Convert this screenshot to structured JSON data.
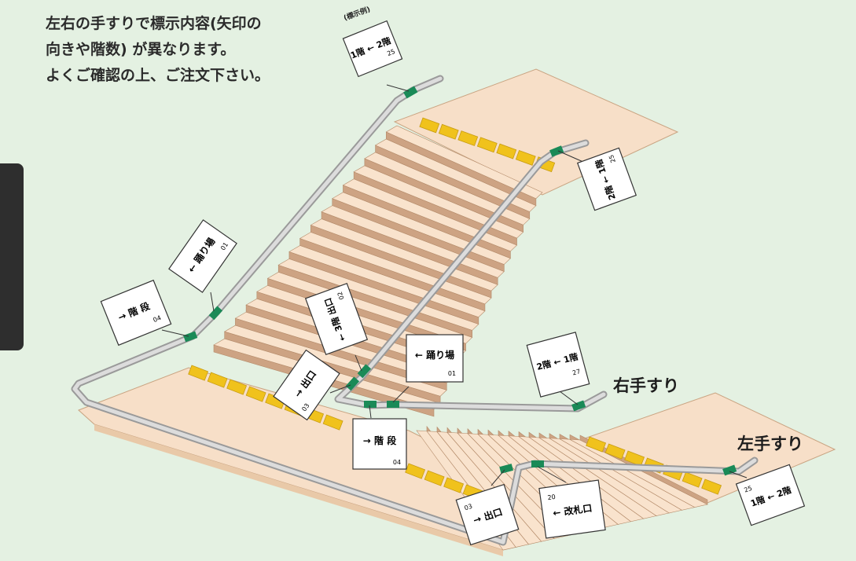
{
  "note": {
    "line1": "左右の手すりで標示内容(矢印の",
    "line2": "向きや階数) が異なります。",
    "line3": "よくご確認の上、ご注文下さい。"
  },
  "handrail_labels": {
    "right": "右手すり",
    "left": "左手すり"
  },
  "example_tag": "(標示例)",
  "colors": {
    "background": "#e4f1e2",
    "floor": "#f7dfc8",
    "step_tread": "#f9e3cd",
    "step_riser": "#cda383",
    "tactile_tiles": "#f0c21c",
    "rail": "#bcbcbc",
    "rail_clip": "#1a8a57"
  },
  "signs": [
    {
      "id": "top-example",
      "main": "1階 ← 2階",
      "number": "25"
    },
    {
      "id": "upper-right",
      "main": "2階 ← 1階",
      "number": "25"
    },
    {
      "id": "left-landing",
      "main": "← 踊り場",
      "number": "01"
    },
    {
      "id": "left-stairs",
      "main": "→ 階 段",
      "number": "04"
    },
    {
      "id": "center-floor",
      "main": "← 3階 出口",
      "number": "02"
    },
    {
      "id": "center-landing",
      "main": "← 踊り場",
      "number": "01"
    },
    {
      "id": "right-upper",
      "main": "2階 ← 1階",
      "number": "27"
    },
    {
      "id": "center-stairs",
      "main": "→ 階 段",
      "number": "04"
    },
    {
      "id": "center-left-floor",
      "main": "→ 出口",
      "number": "03"
    },
    {
      "id": "bottom-left",
      "main": "→ 出口",
      "number": "03"
    },
    {
      "id": "bottom-center",
      "main": "← 改札口",
      "number": "20"
    },
    {
      "id": "bottom-right",
      "main": "1階 ← 2階",
      "number": "25"
    }
  ]
}
